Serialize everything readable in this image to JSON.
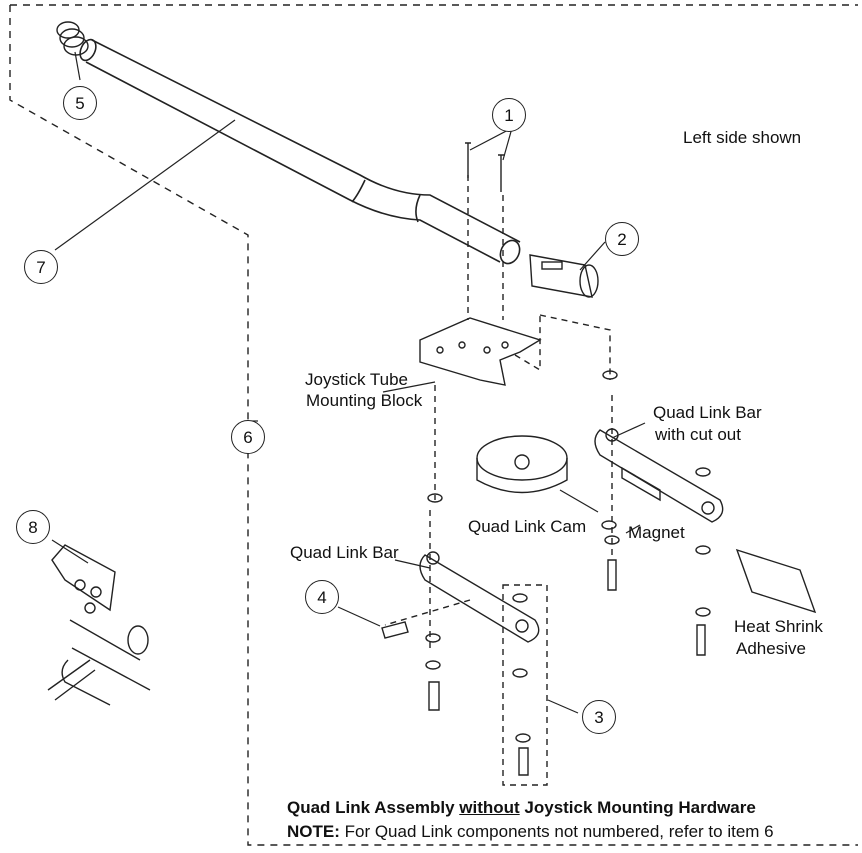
{
  "callouts": [
    "5",
    "7",
    "1",
    "2",
    "6",
    "8",
    "4",
    "3"
  ],
  "labels": {
    "left_side": "Left side shown",
    "joystick_block_1": "Joystick Tube",
    "joystick_block_2": "Mounting Block",
    "quad_bar_cut_1": "Quad Link Bar",
    "quad_bar_cut_2": "with cut out",
    "quad_link_cam": "Quad Link Cam",
    "magnet": "Magnet",
    "quad_link_bar": "Quad Link Bar",
    "heat_shrink_1": "Heat Shrink",
    "heat_shrink_2": "Adhesive"
  },
  "caption": {
    "title_part1": "Quad Link Assembly ",
    "title_underlined": "without",
    "title_part2": " Joystick Mounting Hardware",
    "note_label": "NOTE:",
    "note_text": " For Quad Link components not numbered, refer to item 6"
  }
}
